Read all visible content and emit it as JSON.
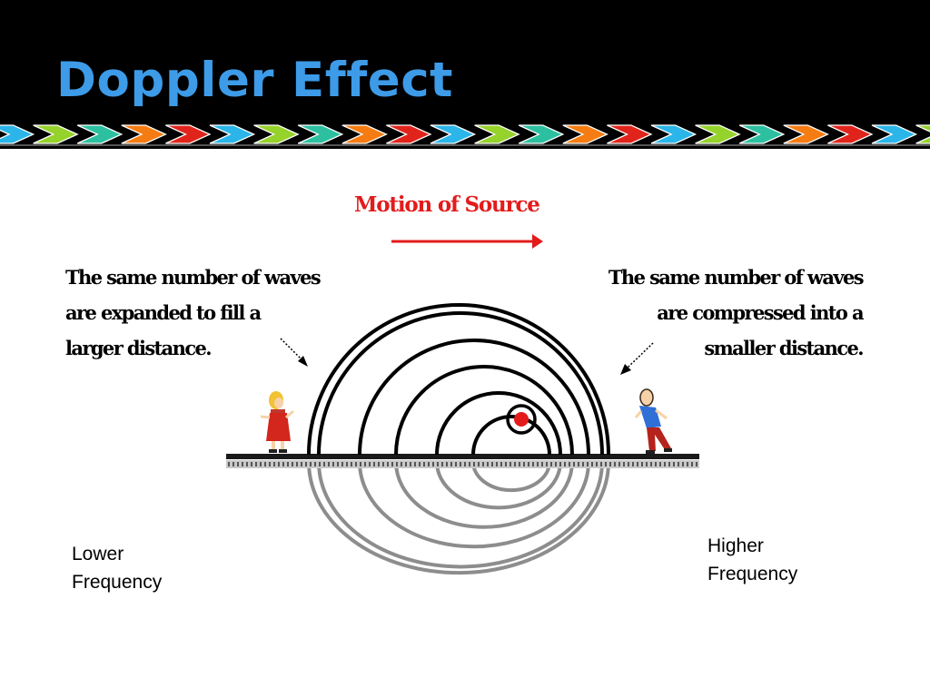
{
  "slide": {
    "title": "Doppler Effect",
    "band_colors": [
      "#2bb5e8",
      "#95d22b",
      "#2dc0a0",
      "#f57c12",
      "#e1241b"
    ],
    "header_color": "#000000",
    "title_color": "#3d9be8"
  },
  "diagram": {
    "motion_label": "Motion of Source",
    "motion_color": "#e31b1b",
    "left_note": [
      "The same number of waves",
      "are expanded to fill a",
      "larger distance."
    ],
    "right_note": [
      "The same number of waves",
      "are compressed into a",
      "smaller distance."
    ],
    "lower_frequency": [
      "Lower",
      "Frequency"
    ],
    "higher_frequency": [
      "Higher",
      "Frequency"
    ],
    "source_color": "#e31b1b",
    "wave_count": 6
  }
}
